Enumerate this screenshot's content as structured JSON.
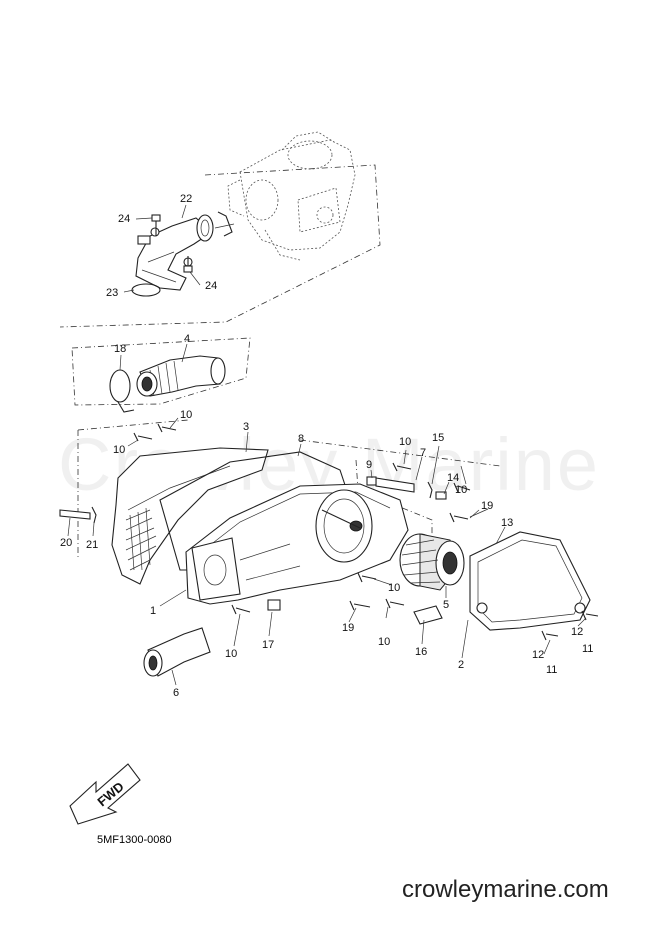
{
  "drawing_code": "5MF1300-0080",
  "watermark": "Crowley Marine",
  "site_url": "crowleymarine.com",
  "fwd_label": "FWD",
  "callouts": {
    "c1": "1",
    "c2": "2",
    "c3": "3",
    "c4": "4",
    "c5": "5",
    "c6": "6",
    "c7": "7",
    "c8": "8",
    "c9": "9",
    "c10a": "10",
    "c10b": "10",
    "c10c": "10",
    "c10d": "10",
    "c10e": "10",
    "c10f": "10",
    "c10g": "10",
    "c11a": "11",
    "c11b": "11",
    "c12a": "12",
    "c12b": "12",
    "c13": "13",
    "c14": "14",
    "c15": "15",
    "c16": "16",
    "c17": "17",
    "c18": "18",
    "c19a": "19",
    "c19b": "19",
    "c20": "20",
    "c21": "21",
    "c22": "22",
    "c23": "23",
    "c24a": "24",
    "c24b": "24"
  }
}
